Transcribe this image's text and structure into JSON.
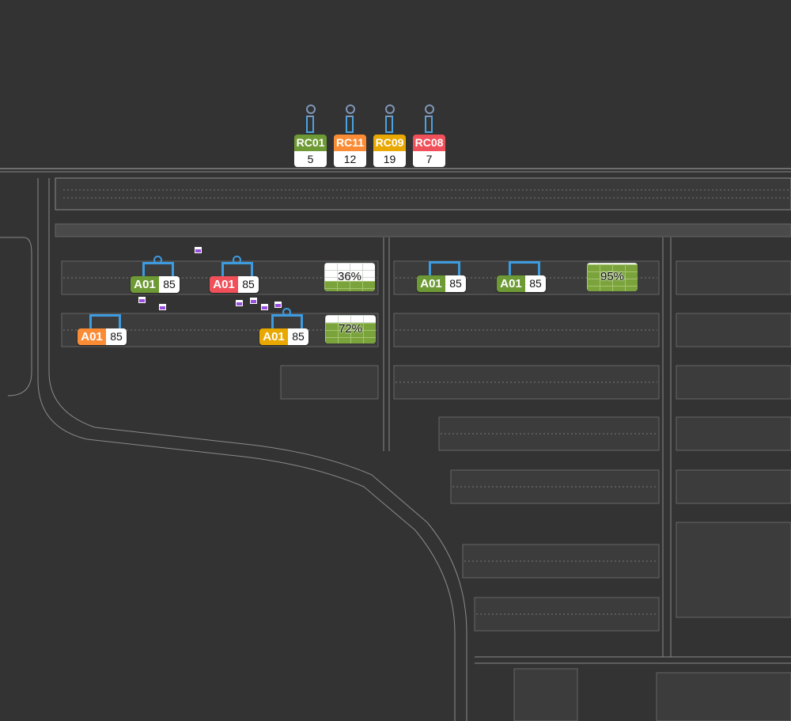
{
  "colors": {
    "green": "#6e9a35",
    "orange": "#fb8c35",
    "yellow": "#e9a800",
    "red": "#f0505a",
    "background": "#333333",
    "crane_blue": "#3d9be0",
    "truck": "#9a4fe0"
  },
  "rail_cranes": [
    {
      "code": "RC01",
      "count": "5",
      "status": "green"
    },
    {
      "code": "RC11",
      "count": "12",
      "status": "orange"
    },
    {
      "code": "RC09",
      "count": "19",
      "status": "yellow"
    },
    {
      "code": "RC08",
      "count": "7",
      "status": "red"
    }
  ],
  "yard_cranes": [
    {
      "code": "A01",
      "value": "85",
      "status": "green"
    },
    {
      "code": "A01",
      "value": "85",
      "status": "red"
    },
    {
      "code": "A01",
      "value": "85",
      "status": "orange"
    },
    {
      "code": "A01",
      "value": "85",
      "status": "yellow"
    },
    {
      "code": "A01",
      "value": "85",
      "status": "green"
    },
    {
      "code": "A01",
      "value": "85",
      "status": "green"
    }
  ],
  "block_fill": [
    {
      "label": "36%",
      "fraction": 0.36
    },
    {
      "label": "72%",
      "fraction": 0.72
    },
    {
      "label": "95%",
      "fraction": 0.95
    }
  ]
}
